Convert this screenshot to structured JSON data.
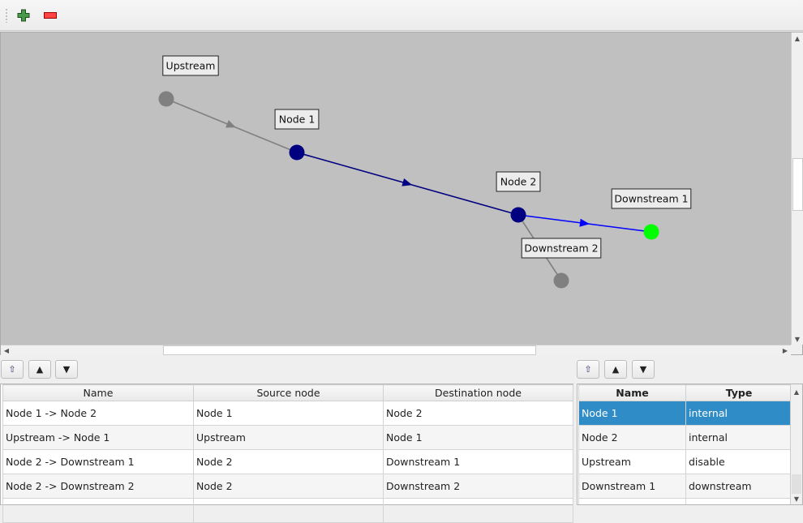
{
  "toolbar": {
    "add_icon": "green-plus-icon",
    "remove_icon": "red-minus-icon"
  },
  "graph": {
    "nodes": [
      {
        "id": "upstream",
        "label": "Upstream",
        "color": "#808080"
      },
      {
        "id": "node1",
        "label": "Node 1",
        "color": "#000080"
      },
      {
        "id": "node2",
        "label": "Node 2",
        "color": "#000080"
      },
      {
        "id": "down1",
        "label": "Downstream 1",
        "color": "#00ff00"
      },
      {
        "id": "down2",
        "label": "Downstream 2",
        "color": "#808080"
      }
    ],
    "edges": [
      {
        "from": "upstream",
        "to": "node1",
        "color": "#808080"
      },
      {
        "from": "node1",
        "to": "node2",
        "color": "#000080"
      },
      {
        "from": "node2",
        "to": "down1",
        "color": "#0000ff"
      },
      {
        "from": "node2",
        "to": "down2",
        "color": "#808080"
      }
    ],
    "background": "#c0c0c0"
  },
  "edges_panel": {
    "columns": [
      "Name",
      "Source node",
      "Destination node"
    ],
    "rows": [
      [
        "Node 1 -> Node 2",
        "Node 1",
        "Node 2"
      ],
      [
        "Upstream -> Node 1",
        "Upstream",
        "Node 1"
      ],
      [
        "Node 2 -> Downstream 1",
        "Node 2",
        "Downstream 1"
      ],
      [
        "Node 2 -> Downstream 2",
        "Node 2",
        "Downstream 2"
      ]
    ]
  },
  "nodes_panel": {
    "columns": [
      "Name",
      "Type"
    ],
    "rows": [
      [
        "Node 1",
        "internal"
      ],
      [
        "Node 2",
        "internal"
      ],
      [
        "Upstream",
        "disable"
      ],
      [
        "Downstream 1",
        "downstream"
      ]
    ],
    "selected_row": 0,
    "selection_color": "#308cc6"
  }
}
